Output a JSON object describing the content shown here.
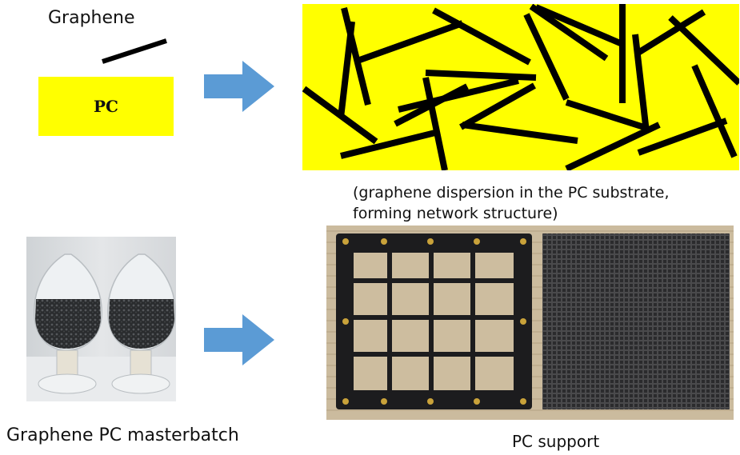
{
  "top_left": {
    "graphene_label": "Graphene",
    "pc_label": "PC"
  },
  "top_right": {
    "caption_line1": "(graphene dispersion in the PC substrate,",
    "caption_line2": "forming network structure)"
  },
  "bottom_left": {
    "caption": "Graphene PC masterbatch"
  },
  "bottom_right": {
    "caption": "PC support"
  },
  "colors": {
    "yellow": "#ffff00",
    "arrow_blue": "#5b9bd5",
    "flake_black": "#000000",
    "frame_black": "#1a1a1a",
    "wood": "#c8b89c",
    "bolt_gold": "#c9a23a"
  },
  "icons": {
    "arrow": "right-arrow-icon"
  }
}
